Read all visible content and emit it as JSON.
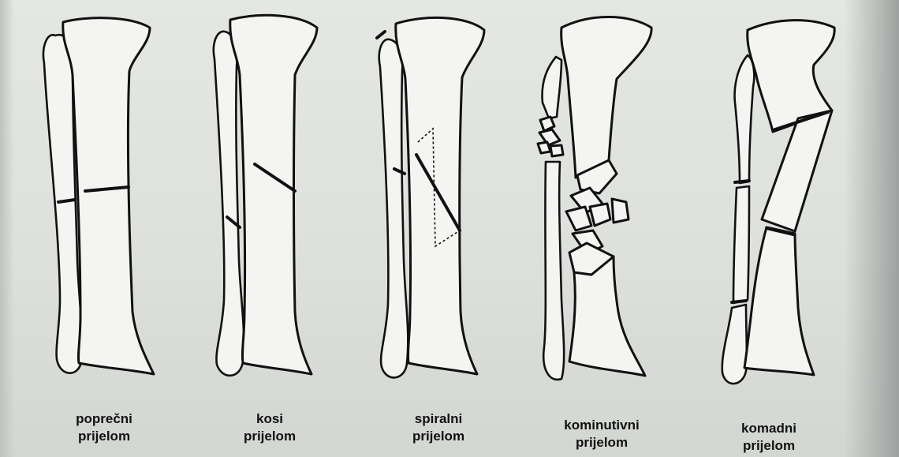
{
  "labels": [
    {
      "line1": "poprečni",
      "line2": "prijelom"
    },
    {
      "line1": "kosi",
      "line2": "prijelom"
    },
    {
      "line1": "spiralni",
      "line2": "prijelom"
    },
    {
      "line1": "kominutivni",
      "line2": "prijelom"
    },
    {
      "line1": "komadni",
      "line2": "prijelom"
    }
  ]
}
